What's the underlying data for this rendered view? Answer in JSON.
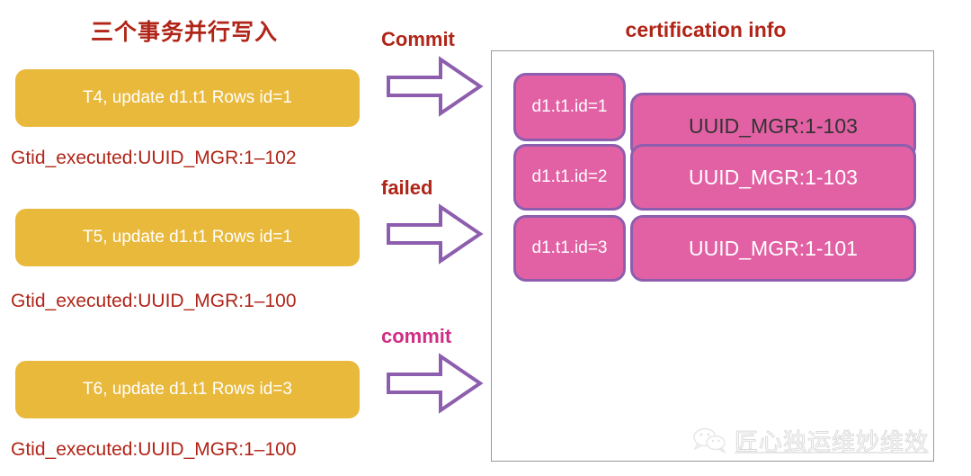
{
  "left": {
    "title": "三个事务并行写入",
    "transactions": [
      {
        "box": "T4, update d1.t1 Rows id=1",
        "gtid": "Gtid_executed:UUID_MGR:1–102"
      },
      {
        "box": "T5, update d1.t1 Rows id=1",
        "gtid": "Gtid_executed:UUID_MGR:1–100"
      },
      {
        "box": "T6, update d1.t1 Rows id=3",
        "gtid": "Gtid_executed:UUID_MGR:1–100"
      }
    ]
  },
  "arrows": [
    {
      "label": "Commit",
      "color": "#B02518",
      "icon": "arrow-right-icon"
    },
    {
      "label": "failed",
      "color": "#B02518",
      "icon": "arrow-right-icon"
    },
    {
      "label": "commit",
      "color": "#CE2E85",
      "icon": "arrow-right-icon"
    }
  ],
  "panel": {
    "title": "certification info",
    "rows": [
      {
        "key": "d1.t1.id=1",
        "value": "UUID_MGR:1-103",
        "value_text_color": "#333333"
      },
      {
        "key": "d1.t1.id=2",
        "value": "UUID_MGR:1-103",
        "value_text_color": "#ffffff"
      },
      {
        "key": "d1.t1.id=3",
        "value": "UUID_MGR:1-101",
        "value_text_color": "#ffffff"
      }
    ]
  },
  "watermark": {
    "text": "匠心独运维妙维效",
    "icon": "wechat-icon"
  },
  "colors": {
    "box_yellow": "#E9B93C",
    "cert_pink": "#E261A4",
    "cert_border_purple": "#8E5EAE",
    "title_red": "#B02518",
    "arrow_purple": "#8E5EAE",
    "commit_pink": "#CE2E85"
  }
}
